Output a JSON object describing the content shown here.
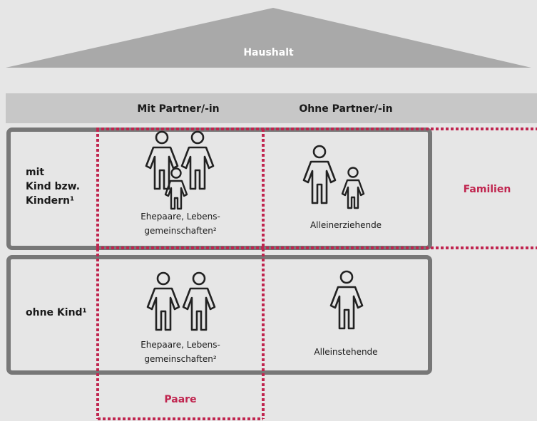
{
  "roof": {
    "title": "Haushalt"
  },
  "columns": {
    "with_partner": "Mit Partner/-in",
    "without_partner": "Ohne Partner/-in"
  },
  "rows": {
    "with_children": {
      "label_line1": "mit",
      "label_line2": "Kind bzw.",
      "label_line3": "Kindern¹"
    },
    "without_children": {
      "label": "ohne Kind¹"
    }
  },
  "cells": {
    "couples_with_children": {
      "line1": "Ehepaare, Lebens-",
      "line2": "gemeinschaften²"
    },
    "single_parents": {
      "label": "Alleinerziehende"
    },
    "couples_without_children": {
      "line1": "Ehepaare, Lebens-",
      "line2": "gemeinschaften²"
    },
    "singles": {
      "label": "Alleinstehende"
    }
  },
  "groups": {
    "families": "Familien",
    "couples": "Paare"
  },
  "icons": {
    "family": "family-icon",
    "single_parent": "single-parent-icon",
    "couple": "couple-icon",
    "single_person": "single-person-icon"
  },
  "colors": {
    "background": "#e6e6e6",
    "roof": "#a9a9a9",
    "header_band": "#c7c7c7",
    "frame": "#777777",
    "accent": "#c0254f",
    "icon": "#222222"
  }
}
